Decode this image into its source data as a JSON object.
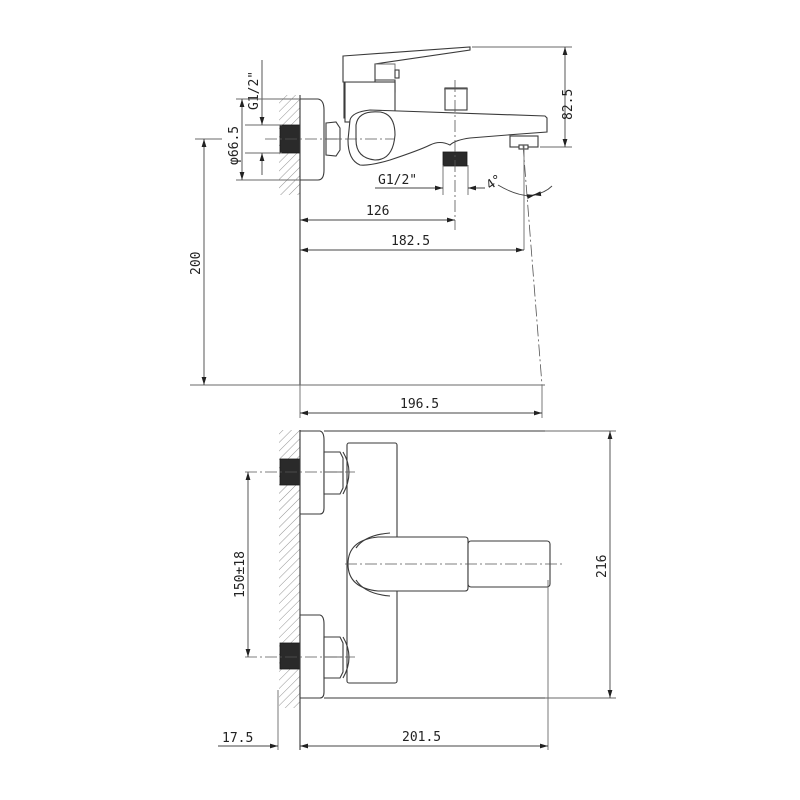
{
  "drawing": {
    "subject": "Wall-mounted bath mixer tap - technical dimension drawing",
    "views": [
      {
        "name": "side-view",
        "dimensions": {
          "inlet_thread": "G1/2\"",
          "flange_diameter": "φ66.5",
          "height_above_spout": "82.5",
          "outlet_thread": "G1/2\"",
          "spout_angle": "4°",
          "outlet_center_distance": "126",
          "spout_reach": "182.5",
          "height_to_floor": "200",
          "projection_at_floor": "196.5"
        }
      },
      {
        "name": "top-view",
        "dimensions": {
          "inlet_spacing": "150±18",
          "overall_height": "216",
          "wall_thickness": "17.5",
          "overall_depth": "201.5"
        }
      }
    ]
  }
}
